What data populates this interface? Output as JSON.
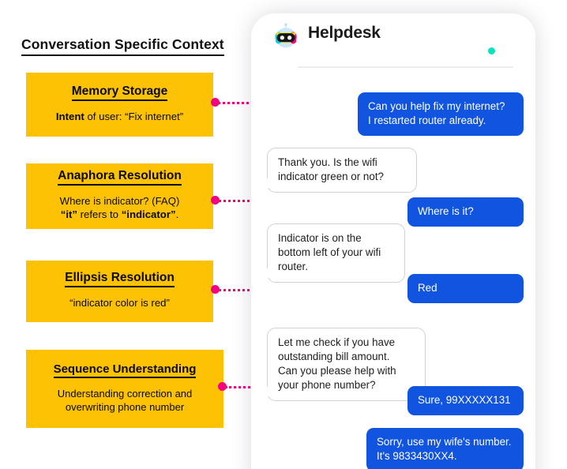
{
  "section": {
    "title": "Conversation Specific Context"
  },
  "colors": {
    "note_yellow": "#FCC203",
    "connector_pink": "#F5027F",
    "user_bubble_blue": "#1054E0",
    "bot_bubble_white": "#FFFFFF",
    "bot_bubble_border": "#D2D2D2",
    "status_green": "#06E3BE",
    "text_dark": "#111111"
  },
  "notes": [
    {
      "id": "memory-storage",
      "heading": "Memory Storage",
      "body_pre_bold": "Intent",
      "body_rest": " of user: “Fix internet”",
      "body_line2": ""
    },
    {
      "id": "anaphora-resolution",
      "heading": "Anaphora Resolution",
      "body_line1": "Where is indicator? (FAQ)",
      "body_line2_a": "“it”",
      "body_line2_b": " refers to ",
      "body_line2_c": "“indicator”",
      "body_line2_d": "."
    },
    {
      "id": "ellipsis-resolution",
      "heading": "Ellipsis Resolution",
      "body_line1": "“indicator color is red”"
    },
    {
      "id": "sequence-understanding",
      "heading": "Sequence Understanding",
      "body_line1": "Understanding correction and",
      "body_line2": "overwriting phone number"
    }
  ],
  "chat": {
    "title": "Helpdesk",
    "avatar_icon": "robot-icon",
    "status_icon": "online-status-dot",
    "messages": [
      {
        "id": "msg-1",
        "sender": "user",
        "lines": [
          "Can you help fix my internet?",
          "I restarted router already."
        ]
      },
      {
        "id": "msg-2",
        "sender": "bot",
        "lines": [
          "Thank you. Is the wifi",
          "indicator green or not?"
        ]
      },
      {
        "id": "msg-3",
        "sender": "user",
        "lines": [
          "Where is it?"
        ]
      },
      {
        "id": "msg-4",
        "sender": "bot",
        "lines": [
          "Indicator is on the",
          "bottom left of your wifi",
          "router."
        ]
      },
      {
        "id": "msg-5",
        "sender": "user",
        "lines": [
          "Red"
        ]
      },
      {
        "id": "msg-6",
        "sender": "bot",
        "lines": [
          "Let me check if you have",
          "outstanding bill amount.",
          "Can you please help with",
          "your phone number?"
        ]
      },
      {
        "id": "msg-7",
        "sender": "user",
        "lines": [
          "Sure, 99XXXXX131"
        ]
      },
      {
        "id": "msg-8",
        "sender": "user",
        "lines": [
          "Sorry, use my wife's number.",
          "It's 9833430XX4."
        ]
      }
    ]
  }
}
